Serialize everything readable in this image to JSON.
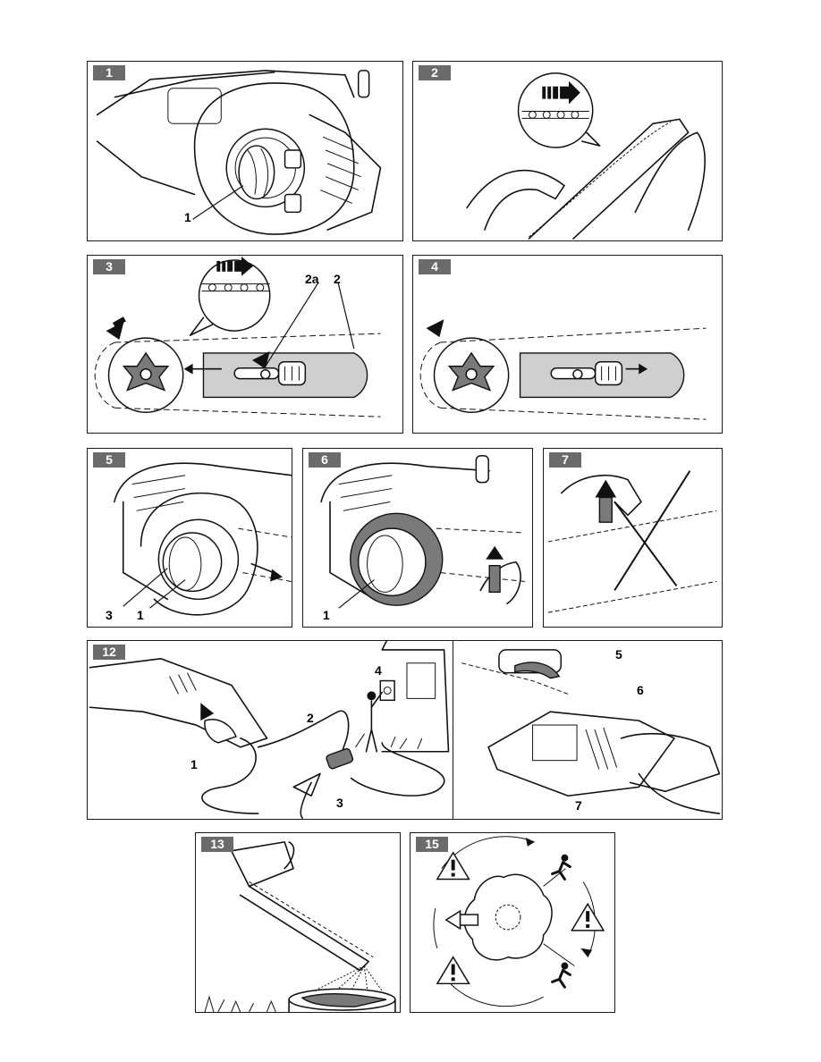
{
  "panels": {
    "p1": {
      "number": "1",
      "labels": [
        "1"
      ]
    },
    "p2": {
      "number": "2"
    },
    "p3": {
      "number": "3",
      "labels": [
        "2a",
        "2"
      ]
    },
    "p4": {
      "number": "4"
    },
    "p5": {
      "number": "5",
      "labels": [
        "3",
        "1"
      ]
    },
    "p6": {
      "number": "6",
      "labels": [
        "1"
      ]
    },
    "p7": {
      "number": "7"
    },
    "p12": {
      "number": "12",
      "labels": [
        "4",
        "2",
        "1",
        "3",
        "5",
        "6",
        "7"
      ]
    },
    "p13": {
      "number": "13"
    },
    "p15": {
      "number": "15"
    }
  },
  "colors": {
    "badge": "#6b6b6b",
    "line": "#111111",
    "fill_grey": "#cfcfcf"
  },
  "icons": [
    "arrow-icon",
    "warning-icon",
    "running-person-icon",
    "chain-icon",
    "cross-icon"
  ]
}
